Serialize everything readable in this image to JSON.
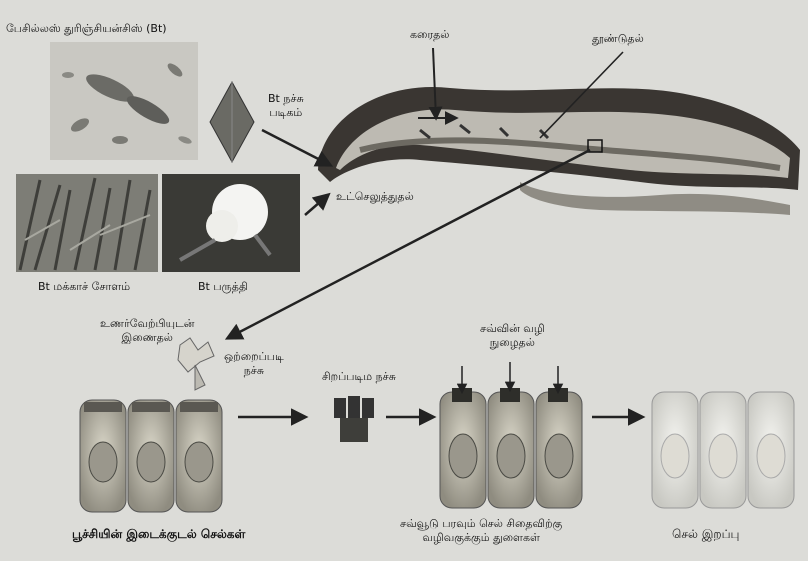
{
  "labels": {
    "bt_title": "பேசில்லஸ் துரிஞ்சியன்சிஸ் (Bt)",
    "bt_toxin_crystal": "Bt நச்சு\nபடிகம்",
    "ingestion": "உட்செலுத்துதல்",
    "dissolving": "கரைதல்",
    "activation": "தூண்டுதல்",
    "bt_maize": "Bt மக்காச் சோளம்",
    "bt_cotton": "Bt பருத்தி",
    "receptor_binding": "உணர்வேற்பியுடன்\nஇணைதல்",
    "single_toxin": "ஒற்றைப்படி\nநச்சு",
    "oligomer_toxin": "சிறப்படிம நச்சு",
    "salt_entry": "சவ்வின் வழி\nநுழைதல்",
    "gut_cells": "பூச்சியின் இடைக்குடல் செல்கள்",
    "pores": "சவ்வூடு பரவும் செல் சிதைவிற்கு\nவழிவகுக்கும் துளைகள்",
    "cell_death": "செல் இறப்பு"
  }
}
